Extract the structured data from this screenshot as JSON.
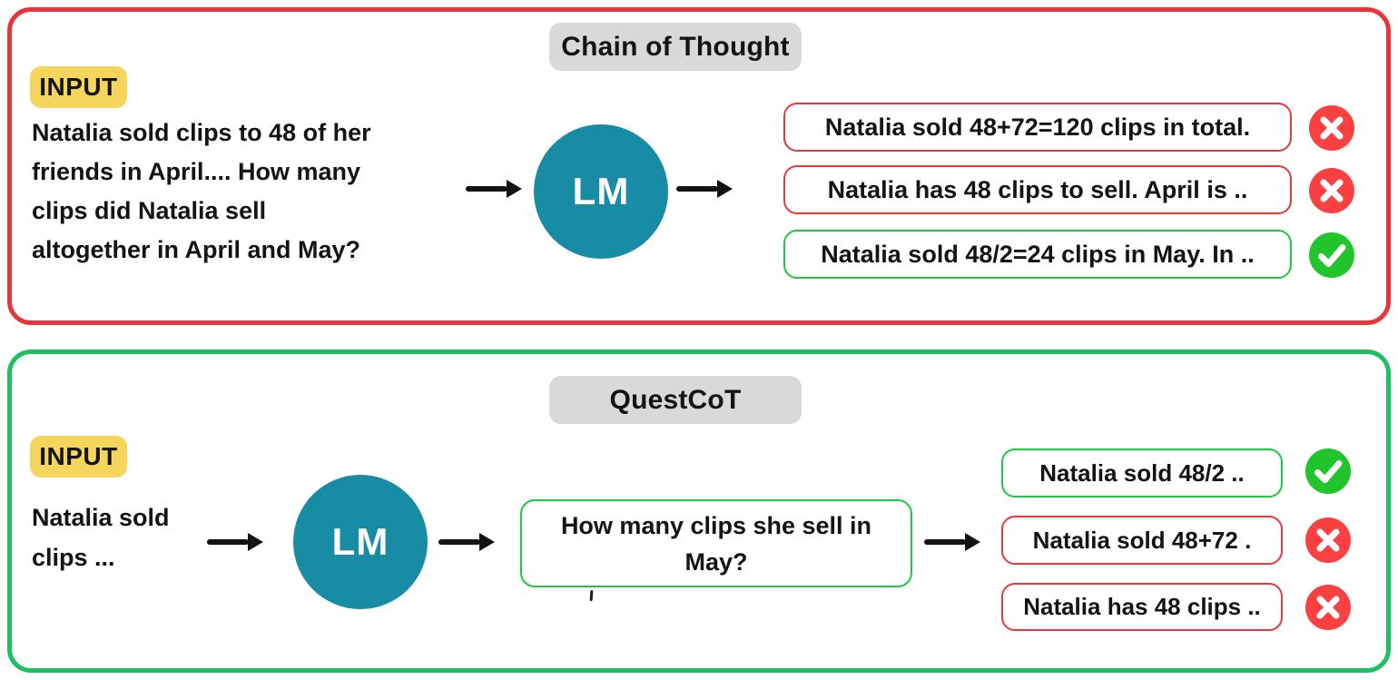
{
  "colors": {
    "panel_red_border": "#e6363c",
    "panel_green_border": "#1ebe62",
    "output_red_border": "#e5393e",
    "output_green_border": "#1fc93f",
    "input_badge_yellow": "#f6d55c",
    "title_pill_gray": "#d9d9d9",
    "lm_circle_teal": "#178ca4",
    "cross_icon_red": "#fa4141",
    "check_icon_green": "#21c42b",
    "text_color": "#141414"
  },
  "cot_panel": {
    "title": "Chain of Thought",
    "input_label": "INPUT",
    "input_text": "Natalia sold clips to 48 of her\nfriends in April.... How many\nclips did Natalia sell\naltogether in April and May?",
    "lm_label": "LM",
    "outputs": [
      {
        "text": "Natalia sold 48+72=120 clips in total.",
        "status": "wrong",
        "icon": "cross-icon"
      },
      {
        "text": "Natalia has 48 clips to sell. April is ..",
        "status": "wrong",
        "icon": "cross-icon"
      },
      {
        "text": "Natalia sold 48/2=24 clips in May. In ..",
        "status": "correct",
        "icon": "check-icon"
      }
    ]
  },
  "questcot_panel": {
    "title": "QuestCoT",
    "input_label": "INPUT",
    "input_text": "Natalia sold\nclips ...",
    "lm_label": "LM",
    "question": "How many clips she sell in\nMay?",
    "outputs": [
      {
        "text": "Natalia sold 48/2 ..",
        "status": "correct",
        "icon": "check-icon"
      },
      {
        "text": "Natalia sold 48+72 .",
        "status": "wrong",
        "icon": "cross-icon"
      },
      {
        "text": "Natalia has 48 clips ..",
        "status": "wrong",
        "icon": "cross-icon"
      }
    ]
  }
}
